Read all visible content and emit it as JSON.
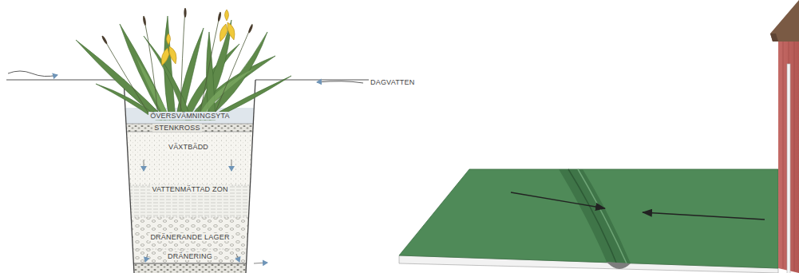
{
  "diagram": {
    "labels": [
      "ÖVERSVÄMNINGSYTA",
      "STENKROSS",
      "VÄXTBÄDD",
      "VATTENMÄTTAD ZON",
      "DRÄNERANDE LAGER",
      "DRÄNERING",
      "DAGVATTEN"
    ]
  }
}
